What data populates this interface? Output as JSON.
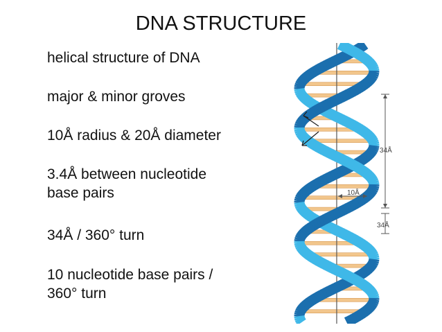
{
  "slide": {
    "title": "DNA STRUCTURE",
    "bullet_marker": "",
    "bullets": [
      {
        "lines": [
          "helical structure of DNA"
        ]
      },
      {
        "lines": [
          "major & minor groves"
        ]
      },
      {
        "lines": [
          "10Å radius & 20Å diameter"
        ]
      },
      {
        "lines": [
          "3.4Å between nucleotide",
          "base pairs"
        ]
      },
      {
        "lines": [
          "34Å / 360° turn"
        ]
      },
      {
        "lines": [
          "10 nucleotide base pairs /",
          "360° turn"
        ]
      }
    ]
  },
  "diagram": {
    "labels": {
      "turn_length": "34Å",
      "radius": "10Å",
      "base_pair_spacing": "34Å"
    },
    "colors": {
      "backbone_dark": "#1b6fae",
      "backbone_light": "#3fb8e8",
      "base_pair": "#f2c68c",
      "base_pair_edge": "#d79a58"
    }
  }
}
